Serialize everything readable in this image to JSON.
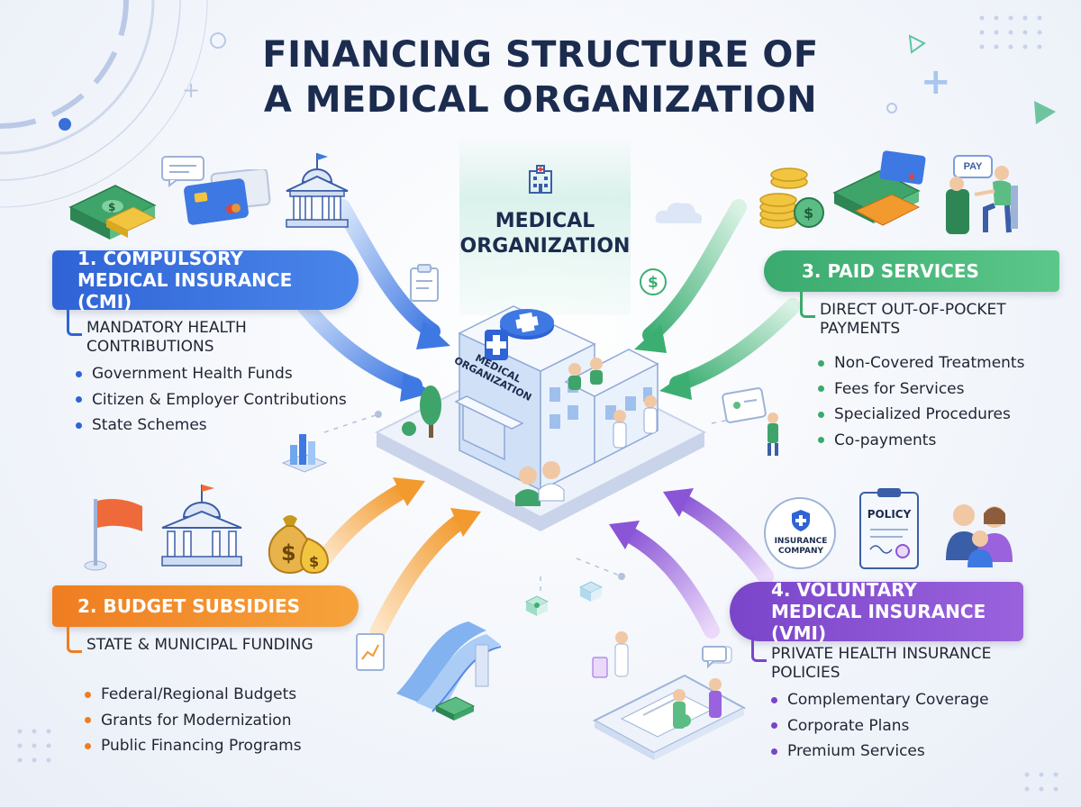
{
  "title": {
    "line1": "FINANCING STRUCTURE OF",
    "line2": "A MEDICAL ORGANIZATION"
  },
  "center": {
    "label": "MEDICAL ORGANIZATION",
    "building_sign": "MEDICAL ORGANIZATION"
  },
  "sections": {
    "cmi": {
      "title": "1. COMPULSORY MEDICAL INSURANCE (CMI)",
      "subtitle": "MANDATORY HEALTH CONTRIBUTIONS",
      "items": [
        "Government Health Funds",
        "Citizen & Employer Contributions",
        "State Schemes"
      ],
      "color": "#2f63d6"
    },
    "budget": {
      "title": "2. BUDGET SUBSIDIES",
      "subtitle": "STATE & MUNICIPAL FUNDING",
      "items": [
        "Federal/Regional Budgets",
        "Grants for Modernization",
        "Public Financing Programs"
      ],
      "color": "#ef7d21"
    },
    "paid": {
      "title": "3. PAID SERVICES",
      "subtitle": "DIRECT OUT-OF-POCKET PAYMENTS",
      "items": [
        "Non-Covered Treatments",
        "Fees for Services",
        "Specialized Procedures",
        "Co-payments"
      ],
      "color": "#3aaa6e"
    },
    "vmi": {
      "title": "4. VOLUNTARY MEDICAL INSURANCE (VMI)",
      "subtitle": "PRIVATE HEALTH INSURANCE POLICIES",
      "items": [
        "Complementary Coverage",
        "Corporate Plans",
        "Premium Services"
      ],
      "color": "#7a45c9"
    }
  },
  "icon_labels": {
    "pay_bubble": "PAY",
    "insurance_badge": "INSURANCE COMPANY",
    "policy_doc": "POLICY"
  }
}
